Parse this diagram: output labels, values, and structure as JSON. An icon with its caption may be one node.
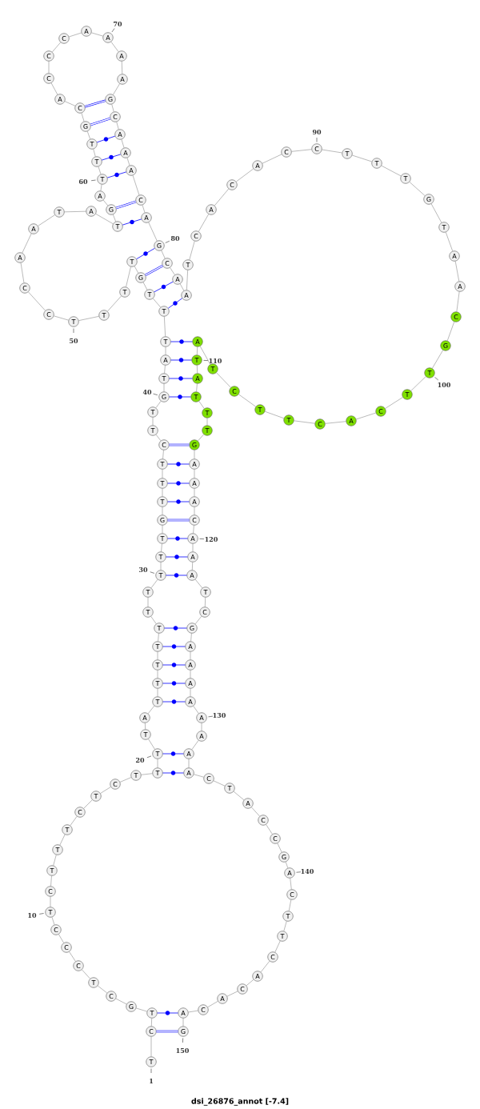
{
  "diagram": {
    "caption": "dsi_26876_annot [-7.4]",
    "nodes": [
      {
        "text": [
          "T"
        ],
        "beside": [
          "1"
        ]
      },
      {
        "text": [
          "C"
        ]
      },
      {
        "text": [
          "T"
        ]
      },
      {
        "text": [
          "G"
        ]
      },
      {
        "text": [
          "C"
        ]
      },
      {
        "text": [
          "T"
        ]
      },
      {
        "text": [
          "C"
        ]
      },
      {
        "text": [
          "C"
        ]
      },
      {
        "text": [
          "C"
        ]
      },
      {
        "text": [
          "T"
        ],
        "beside": [
          "10"
        ]
      },
      {
        "text": [
          "C"
        ]
      },
      {
        "text": [
          "T"
        ]
      },
      {
        "text": [
          "T"
        ]
      },
      {
        "text": [
          "T"
        ]
      },
      {
        "text": [
          "C"
        ]
      },
      {
        "text": [
          "T"
        ]
      },
      {
        "text": [
          "C"
        ]
      },
      {
        "text": [
          "T"
        ]
      },
      {
        "text": [
          "T"
        ]
      },
      {
        "text": [
          "T"
        ],
        "beside": [
          "20"
        ]
      },
      {
        "text": [
          "T"
        ]
      },
      {
        "text": [
          "A"
        ]
      },
      {
        "text": [
          "T"
        ]
      },
      {
        "text": [
          "T"
        ]
      },
      {
        "text": [
          "T"
        ]
      },
      {
        "text": [
          "T"
        ]
      },
      {
        "text": [
          "T"
        ]
      },
      {
        "text": [
          "T"
        ]
      },
      {
        "text": [
          "T"
        ]
      },
      {
        "text": [
          "T"
        ],
        "beside": [
          "30"
        ]
      },
      {
        "text": [
          "T"
        ]
      },
      {
        "text": [
          "T"
        ]
      },
      {
        "text": [
          "G"
        ]
      },
      {
        "text": [
          "T"
        ]
      },
      {
        "text": [
          "T"
        ]
      },
      {
        "text": [
          "T"
        ]
      },
      {
        "text": [
          "C"
        ]
      },
      {
        "text": [
          "T"
        ]
      },
      {
        "text": [
          "T"
        ]
      },
      {
        "text": [
          "G"
        ],
        "beside": [
          "40"
        ]
      },
      {
        "text": [
          "T"
        ]
      },
      {
        "text": [
          "A"
        ]
      },
      {
        "text": [
          "T"
        ]
      },
      {
        "text": [
          "T"
        ]
      },
      {
        "text": [
          "T"
        ]
      },
      {
        "text": [
          "G"
        ]
      },
      {
        "text": [
          "T"
        ]
      },
      {
        "text": [
          "T"
        ]
      },
      {
        "text": [
          "T"
        ]
      },
      {
        "text": [
          "T"
        ],
        "beside": [
          "50"
        ]
      },
      {
        "text": [
          "C"
        ]
      },
      {
        "text": [
          "C"
        ]
      },
      {
        "text": [
          "A"
        ]
      },
      {
        "text": [
          "A"
        ]
      },
      {
        "text": [
          "T"
        ]
      },
      {
        "text": [
          "A"
        ]
      },
      {
        "text": [
          "T"
        ]
      },
      {
        "text": [
          "G"
        ]
      },
      {
        "text": [
          "A"
        ]
      },
      {
        "text": [
          "T"
        ],
        "beside": [
          "60"
        ]
      },
      {
        "text": [
          "T"
        ]
      },
      {
        "text": [
          "T"
        ]
      },
      {
        "text": [
          "G"
        ]
      },
      {
        "text": [
          "C"
        ]
      },
      {
        "text": [
          "A"
        ]
      },
      {
        "text": [
          "C"
        ]
      },
      {
        "text": [
          "C"
        ]
      },
      {
        "text": [
          "C"
        ]
      },
      {
        "text": [
          "A"
        ]
      },
      {
        "text": [
          "A"
        ],
        "beside": [
          "70"
        ]
      },
      {
        "text": [
          "A"
        ]
      },
      {
        "text": [
          "A"
        ]
      },
      {
        "text": [
          "G"
        ]
      },
      {
        "text": [
          "C"
        ]
      },
      {
        "text": [
          "A"
        ]
      },
      {
        "text": [
          "A"
        ]
      },
      {
        "text": [
          "A"
        ]
      },
      {
        "text": [
          "C"
        ]
      },
      {
        "text": [
          "A"
        ]
      },
      {
        "text": [
          "G"
        ],
        "beside": [
          "80"
        ]
      },
      {
        "text": [
          "C"
        ]
      },
      {
        "text": [
          "A"
        ]
      },
      {
        "text": [
          "A"
        ]
      },
      {
        "text": [
          "T"
        ]
      },
      {
        "text": [
          "C"
        ]
      },
      {
        "text": [
          "A"
        ]
      },
      {
        "text": [
          "C"
        ]
      },
      {
        "text": [
          "A"
        ]
      },
      {
        "text": [
          "C"
        ]
      },
      {
        "text": [
          "C"
        ],
        "beside": [
          "90"
        ]
      },
      {
        "text": [
          "T"
        ]
      },
      {
        "text": [
          "T"
        ]
      },
      {
        "text": [
          "T"
        ]
      },
      {
        "text": [
          "G"
        ]
      },
      {
        "text": [
          "T"
        ]
      },
      {
        "text": [
          "A"
        ]
      },
      {
        "text": [
          "A"
        ]
      },
      {
        "text": [
          "C"
        ]
      },
      {
        "text": [
          "G"
        ]
      },
      {
        "text": [
          "T"
        ],
        "beside": [
          "100"
        ]
      },
      {
        "text": [
          "T"
        ]
      },
      {
        "text": [
          "C"
        ]
      },
      {
        "text": [
          "A"
        ]
      },
      {
        "text": [
          "C"
        ]
      },
      {
        "text": [
          "T"
        ]
      },
      {
        "text": [
          "T"
        ]
      },
      {
        "text": [
          "C"
        ]
      },
      {
        "text": [
          "T"
        ]
      },
      {
        "text": [
          "A"
        ]
      },
      {
        "text": [
          "T"
        ],
        "beside": [
          "110"
        ]
      },
      {
        "text": [
          "A"
        ]
      },
      {
        "text": [
          "T"
        ]
      },
      {
        "text": [
          "T"
        ]
      },
      {
        "text": [
          "T"
        ]
      },
      {
        "text": [
          "G"
        ]
      },
      {
        "text": [
          "A"
        ]
      },
      {
        "text": [
          "A"
        ]
      },
      {
        "text": [
          "A"
        ]
      },
      {
        "text": [
          "C"
        ]
      },
      {
        "text": [
          "A"
        ],
        "beside": [
          "120"
        ]
      },
      {
        "text": [
          "A"
        ]
      },
      {
        "text": [
          "A"
        ]
      },
      {
        "text": [
          "T"
        ]
      },
      {
        "text": [
          "C"
        ]
      },
      {
        "text": [
          "G"
        ]
      },
      {
        "text": [
          "A"
        ]
      },
      {
        "text": [
          "A"
        ]
      },
      {
        "text": [
          "A"
        ]
      },
      {
        "text": [
          "A"
        ]
      },
      {
        "text": [
          "A"
        ],
        "beside": [
          "130"
        ]
      },
      {
        "text": [
          "A"
        ]
      },
      {
        "text": [
          "A"
        ]
      },
      {
        "text": [
          "A"
        ]
      },
      {
        "text": [
          "C"
        ]
      },
      {
        "text": [
          "T"
        ]
      },
      {
        "text": [
          "A"
        ]
      },
      {
        "text": [
          "C"
        ]
      },
      {
        "text": [
          "C"
        ]
      },
      {
        "text": [
          "G"
        ]
      },
      {
        "text": [
          "A"
        ],
        "beside": [
          "140"
        ]
      },
      {
        "text": [
          "C"
        ]
      },
      {
        "text": [
          "T"
        ]
      },
      {
        "text": [
          "T"
        ]
      },
      {
        "text": [
          "C"
        ]
      },
      {
        "text": [
          "A"
        ]
      },
      {
        "text": [
          "C"
        ]
      },
      {
        "text": [
          "A"
        ]
      },
      {
        "text": [
          "C"
        ]
      },
      {
        "text": [
          "A"
        ]
      },
      {
        "text": [
          "G"
        ],
        "beside": [
          "150"
        ]
      }
    ],
    "edges": [
      {
        "from": 0,
        "to": 1,
        "arrow": "none"
      },
      {
        "from": 1,
        "to": 2,
        "arrow": "none"
      },
      {
        "from": 2,
        "to": 3,
        "arrow": "none"
      },
      {
        "from": 3,
        "to": 4,
        "arrow": "none"
      },
      {
        "from": 4,
        "to": 5,
        "arrow": "none"
      },
      {
        "from": 5,
        "to": 6,
        "arrow": "none"
      },
      {
        "from": 6,
        "to": 7,
        "arrow": "none"
      },
      {
        "from": 7,
        "to": 8,
        "arrow": "none"
      },
      {
        "from": 8,
        "to": 9,
        "arrow": "none"
      },
      {
        "from": 9,
        "to": 10,
        "arrow": "none"
      },
      {
        "from": 10,
        "to": 11,
        "arrow": "none"
      },
      {
        "from": 11,
        "to": 12,
        "arrow": "none"
      },
      {
        "from": 12,
        "to": 13,
        "arrow": "none"
      },
      {
        "from": 13,
        "to": 14,
        "arrow": "none"
      },
      {
        "from": 14,
        "to": 15,
        "arrow": "none"
      },
      {
        "from": 15,
        "to": 16,
        "arrow": "none"
      },
      {
        "from": 16,
        "to": 17,
        "arrow": "none"
      },
      {
        "from": 17,
        "to": 18,
        "arrow": "none"
      },
      {
        "from": 18,
        "to": 19,
        "arrow": "none"
      },
      {
        "from": 19,
        "to": 20,
        "arrow": "none"
      },
      {
        "from": 20,
        "to": 21,
        "arrow": "none"
      },
      {
        "from": 21,
        "to": 22,
        "arrow": "none"
      },
      {
        "from": 22,
        "to": 23,
        "arrow": "none"
      },
      {
        "from": 23,
        "to": 24,
        "arrow": "none"
      },
      {
        "from": 24,
        "to": 25,
        "arrow": "none"
      },
      {
        "from": 25,
        "to": 26,
        "arrow": "none"
      },
      {
        "from": 26,
        "to": 27,
        "arrow": "none"
      },
      {
        "from": 27,
        "to": 28,
        "arrow": "none"
      },
      {
        "from": 28,
        "to": 29,
        "arrow": "none"
      },
      {
        "from": 29,
        "to": 30,
        "arrow": "none"
      },
      {
        "from": 30,
        "to": 31,
        "arrow": "none"
      },
      {
        "from": 31,
        "to": 32,
        "arrow": "none"
      },
      {
        "from": 32,
        "to": 33,
        "arrow": "none"
      },
      {
        "from": 33,
        "to": 34,
        "arrow": "none"
      },
      {
        "from": 34,
        "to": 35,
        "arrow": "none"
      },
      {
        "from": 35,
        "to": 36,
        "arrow": "none"
      },
      {
        "from": 36,
        "to": 37,
        "arrow": "none"
      },
      {
        "from": 37,
        "to": 38,
        "arrow": "none"
      },
      {
        "from": 38,
        "to": 39,
        "arrow": "none"
      },
      {
        "from": 39,
        "to": 40,
        "arrow": "none"
      },
      {
        "from": 40,
        "to": 41,
        "arrow": "none"
      },
      {
        "from": 41,
        "to": 42,
        "arrow": "none"
      },
      {
        "from": 42,
        "to": 43,
        "arrow": "none"
      },
      {
        "from": 43,
        "to": 44,
        "arrow": "none"
      },
      {
        "from": 44,
        "to": 45,
        "arrow": "none"
      },
      {
        "from": 45,
        "to": 46,
        "arrow": "none"
      },
      {
        "from": 46,
        "to": 47,
        "arrow": "none"
      },
      {
        "from": 47,
        "to": 48,
        "arrow": "none"
      },
      {
        "from": 48,
        "to": 49,
        "arrow": "none"
      },
      {
        "from": 49,
        "to": 50,
        "arrow": "none"
      },
      {
        "from": 50,
        "to": 51,
        "arrow": "none"
      },
      {
        "from": 51,
        "to": 52,
        "arrow": "none"
      },
      {
        "from": 52,
        "to": 53,
        "arrow": "none"
      },
      {
        "from": 53,
        "to": 54,
        "arrow": "none"
      },
      {
        "from": 54,
        "to": 55,
        "arrow": "none"
      },
      {
        "from": 55,
        "to": 56,
        "arrow": "none"
      },
      {
        "from": 56,
        "to": 57,
        "arrow": "none"
      },
      {
        "from": 57,
        "to": 58,
        "arrow": "none"
      },
      {
        "from": 58,
        "to": 59,
        "arrow": "none"
      },
      {
        "from": 59,
        "to": 60,
        "arrow": "none"
      },
      {
        "from": 60,
        "to": 61,
        "arrow": "none"
      },
      {
        "from": 61,
        "to": 62,
        "arrow": "none"
      },
      {
        "from": 62,
        "to": 63,
        "arrow": "none"
      },
      {
        "from": 63,
        "to": 64,
        "arrow": "none"
      },
      {
        "from": 64,
        "to": 65,
        "arrow": "none"
      },
      {
        "from": 65,
        "to": 66,
        "arrow": "none"
      },
      {
        "from": 66,
        "to": 67,
        "arrow": "none"
      },
      {
        "from": 67,
        "to": 68,
        "arrow": "none"
      },
      {
        "from": 68,
        "to": 69,
        "arrow": "none"
      },
      {
        "from": 69,
        "to": 70,
        "arrow": "none"
      },
      {
        "from": 70,
        "to": 71,
        "arrow": "none"
      },
      {
        "from": 71,
        "to": 72,
        "arrow": "none"
      },
      {
        "from": 72,
        "to": 73,
        "arrow": "none"
      },
      {
        "from": 73,
        "to": 74,
        "arrow": "none"
      },
      {
        "from": 74,
        "to": 75,
        "arrow": "none"
      },
      {
        "from": 75,
        "to": 76,
        "arrow": "none"
      },
      {
        "from": 76,
        "to": 77,
        "arrow": "none"
      },
      {
        "from": 77,
        "to": 78,
        "arrow": "none"
      },
      {
        "from": 78,
        "to": 79,
        "arrow": "none"
      },
      {
        "from": 79,
        "to": 80,
        "arrow": "none"
      },
      {
        "from": 80,
        "to": 81,
        "arrow": "none"
      },
      {
        "from": 81,
        "to": 82,
        "arrow": "none"
      },
      {
        "from": 82,
        "to": 83,
        "arrow": "none"
      },
      {
        "from": 83,
        "to": 84,
        "arrow": "none"
      },
      {
        "from": 84,
        "to": 85,
        "arrow": "none"
      },
      {
        "from": 85,
        "to": 86,
        "arrow": "none"
      },
      {
        "from": 86,
        "to": 87,
        "arrow": "none"
      },
      {
        "from": 87,
        "to": 88,
        "arrow": "none"
      },
      {
        "from": 88,
        "to": 89,
        "arrow": "none"
      },
      {
        "from": 89,
        "to": 90,
        "arrow": "none"
      },
      {
        "from": 90,
        "to": 91,
        "arrow": "none"
      },
      {
        "from": 91,
        "to": 92,
        "arrow": "none"
      },
      {
        "from": 92,
        "to": 93,
        "arrow": "none"
      },
      {
        "from": 93,
        "to": 94,
        "arrow": "none"
      },
      {
        "from": 94,
        "to": 95,
        "arrow": "none"
      },
      {
        "from": 95,
        "to": 96,
        "arrow": "none"
      },
      {
        "from": 96,
        "to": 97,
        "arrow": "none"
      },
      {
        "from": 97,
        "to": 98,
        "arrow": "none"
      },
      {
        "from": 98,
        "to": 99,
        "arrow": "none"
      },
      {
        "from": 99,
        "to": 100,
        "arrow": "none"
      },
      {
        "from": 100,
        "to": 101,
        "arrow": "none"
      },
      {
        "from": 101,
        "to": 102,
        "arrow": "none"
      },
      {
        "from": 102,
        "to": 103,
        "arrow": "none"
      },
      {
        "from": 103,
        "to": 104,
        "arrow": "none"
      },
      {
        "from": 104,
        "to": 105,
        "arrow": "none"
      },
      {
        "from": 105,
        "to": 106,
        "arrow": "none"
      },
      {
        "from": 106,
        "to": 107,
        "arrow": "none"
      },
      {
        "from": 107,
        "to": 108,
        "arrow": "none"
      },
      {
        "from": 108,
        "to": 109,
        "arrow": "none"
      },
      {
        "from": 109,
        "to": 110,
        "arrow": "none"
      },
      {
        "from": 110,
        "to": 111,
        "arrow": "none"
      },
      {
        "from": 111,
        "to": 112,
        "arrow": "none"
      },
      {
        "from": 112,
        "to": 113,
        "arrow": "none"
      },
      {
        "from": 113,
        "to": 114,
        "arrow": "none"
      },
      {
        "from": 114,
        "to": 115,
        "arrow": "none"
      },
      {
        "from": 115,
        "to": 116,
        "arrow": "none"
      },
      {
        "from": 116,
        "to": 117,
        "arrow": "none"
      },
      {
        "from": 117,
        "to": 118,
        "arrow": "none"
      },
      {
        "from": 118,
        "to": 119,
        "arrow": "none"
      },
      {
        "from": 119,
        "to": 120,
        "arrow": "none"
      },
      {
        "from": 120,
        "to": 121,
        "arrow": "none"
      },
      {
        "from": 121,
        "to": 122,
        "arrow": "none"
      },
      {
        "from": 122,
        "to": 123,
        "arrow": "none"
      },
      {
        "from": 123,
        "to": 124,
        "arrow": "none"
      },
      {
        "from": 124,
        "to": 125,
        "arrow": "none"
      },
      {
        "from": 125,
        "to": 126,
        "arrow": "none"
      },
      {
        "from": 126,
        "to": 127,
        "arrow": "none"
      },
      {
        "from": 127,
        "to": 128,
        "arrow": "none"
      },
      {
        "from": 128,
        "to": 129,
        "arrow": "none"
      },
      {
        "from": 129,
        "to": 130,
        "arrow": "none"
      },
      {
        "from": 130,
        "to": 131,
        "arrow": "none"
      },
      {
        "from": 131,
        "to": 132,
        "arrow": "none"
      },
      {
        "from": 132,
        "to": 133,
        "arrow": "none"
      },
      {
        "from": 133,
        "to": 134,
        "arrow": "none"
      },
      {
        "from": 134,
        "to": 135,
        "arrow": "none"
      },
      {
        "from": 135,
        "to": 136,
        "arrow": "none"
      },
      {
        "from": 136,
        "to": 137,
        "arrow": "none"
      },
      {
        "from": 137,
        "to": 138,
        "arrow": "none"
      },
      {
        "from": 138,
        "to": 139,
        "arrow": "none"
      },
      {
        "from": 139,
        "to": 140,
        "arrow": "none"
      },
      {
        "from": 140,
        "to": 141,
        "arrow": "none"
      },
      {
        "from": 141,
        "to": 142,
        "arrow": "none"
      },
      {
        "from": 142,
        "to": 143,
        "arrow": "none"
      },
      {
        "from": 143,
        "to": 144,
        "arrow": "none"
      },
      {
        "from": 144,
        "to": 145,
        "arrow": "none"
      },
      {
        "from": 145,
        "to": 146,
        "arrow": "none"
      },
      {
        "from": 146,
        "to": 147,
        "arrow": "none"
      },
      {
        "from": 147,
        "to": 148,
        "arrow": "none"
      },
      {
        "from": 148,
        "to": 149,
        "arrow": "none"
      },
      {
        "from": 1,
        "to": 149,
        "arrow": "none",
        "color": "#0000ff"
      },
      {
        "from": 2,
        "to": 148,
        "arrow": "none",
        "color": "#0000ff"
      },
      {
        "from": 18,
        "to": 132,
        "arrow": "none",
        "color": "#0000ff"
      },
      {
        "from": 19,
        "to": 131,
        "arrow": "none",
        "color": "#0000ff"
      },
      {
        "from": 22,
        "to": 128,
        "arrow": "none",
        "color": "#0000ff"
      },
      {
        "from": 23,
        "to": 127,
        "arrow": "none",
        "color": "#0000ff"
      },
      {
        "from": 24,
        "to": 126,
        "arrow": "none",
        "color": "#0000ff"
      },
      {
        "from": 25,
        "to": 125,
        "arrow": "none",
        "color": "#0000ff"
      },
      {
        "from": 26,
        "to": 124,
        "arrow": "none",
        "color": "#0000ff"
      },
      {
        "from": 29,
        "to": 121,
        "arrow": "none",
        "color": "#0000ff"
      },
      {
        "from": 30,
        "to": 120,
        "arrow": "none",
        "color": "#0000ff"
      },
      {
        "from": 31,
        "to": 119,
        "arrow": "none",
        "color": "#0000ff"
      },
      {
        "from": 32,
        "to": 118,
        "arrow": "none",
        "color": "#0000ff"
      },
      {
        "from": 33,
        "to": 117,
        "arrow": "none",
        "color": "#0000ff"
      },
      {
        "from": 34,
        "to": 116,
        "arrow": "none",
        "color": "#0000ff"
      },
      {
        "from": 35,
        "to": 115,
        "arrow": "none",
        "color": "#0000ff"
      },
      {
        "from": 36,
        "to": 114,
        "arrow": "none",
        "color": "#0000ff"
      },
      {
        "from": 39,
        "to": 111,
        "arrow": "none",
        "color": "#0000ff"
      },
      {
        "from": 40,
        "to": 110,
        "arrow": "none",
        "color": "#0000ff"
      },
      {
        "from": 41,
        "to": 109,
        "arrow": "none",
        "color": "#0000ff"
      },
      {
        "from": 42,
        "to": 108,
        "arrow": "none",
        "color": "#0000ff"
      },
      {
        "from": 43,
        "to": 82,
        "arrow": "none",
        "color": "#0000ff"
      },
      {
        "from": 44,
        "to": 81,
        "arrow": "none",
        "color": "#0000ff"
      },
      {
        "from": 45,
        "to": 80,
        "arrow": "none",
        "color": "#0000ff"
      },
      {
        "from": 46,
        "to": 79,
        "arrow": "none",
        "color": "#0000ff"
      },
      {
        "from": 56,
        "to": 78,
        "arrow": "none",
        "color": "#0000ff"
      },
      {
        "from": 57,
        "to": 77,
        "arrow": "none",
        "color": "#0000ff"
      },
      {
        "from": 59,
        "to": 76,
        "arrow": "none",
        "color": "#0000ff"
      },
      {
        "from": 60,
        "to": 75,
        "arrow": "none",
        "color": "#0000ff"
      },
      {
        "from": 61,
        "to": 74,
        "arrow": "none",
        "color": "#0000ff"
      },
      {
        "from": 62,
        "to": 73,
        "arrow": "none",
        "color": "#0000ff"
      },
      {
        "from": 63,
        "to": 72,
        "arrow": "none",
        "color": "#0000ff"
      }
    ]
  }
}
